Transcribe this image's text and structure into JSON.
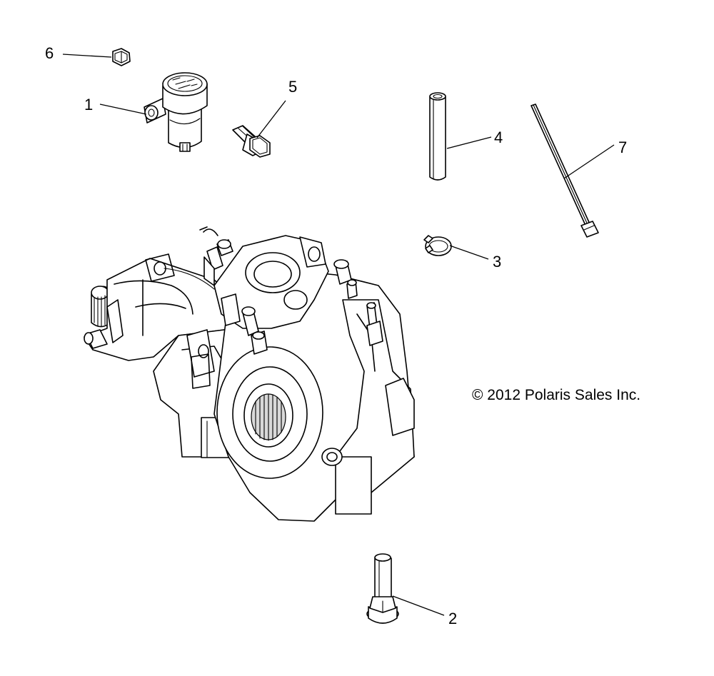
{
  "copyright": "© 2012 Polaris Sales Inc.",
  "callouts": {
    "c1": "1",
    "c2": "2",
    "c3": "3",
    "c4": "4",
    "c5": "5",
    "c6": "6",
    "c7": "7"
  }
}
